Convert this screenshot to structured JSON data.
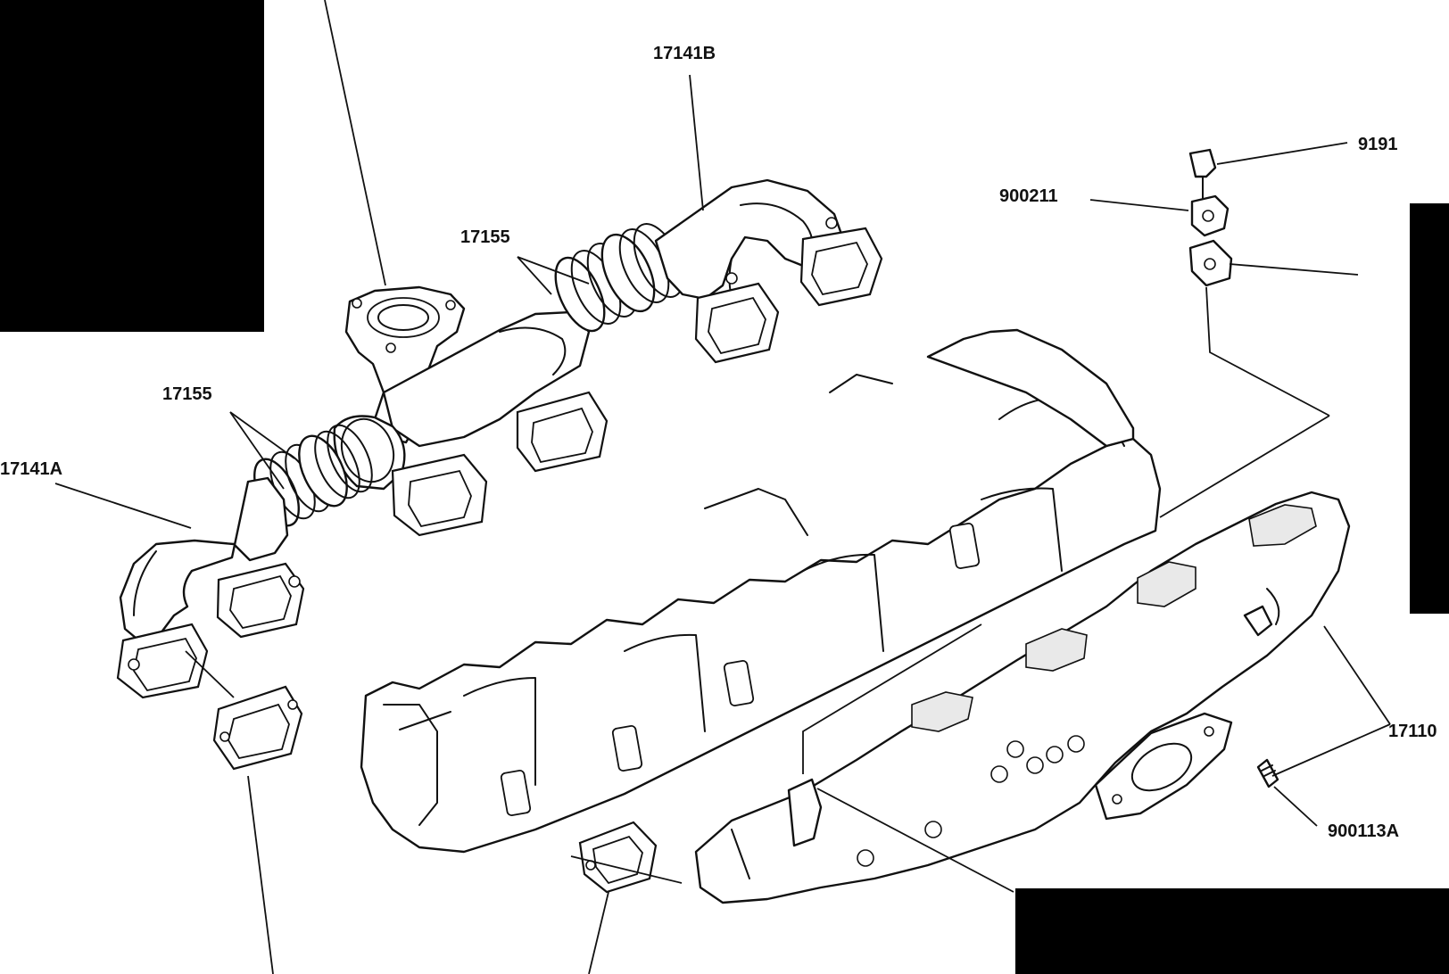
{
  "callouts": {
    "pipe_rear": "17141B",
    "clamp_rear": "17155",
    "clamp_front": "17155",
    "pipe_front": "17141A",
    "plug": "9191",
    "cover_plate": "900211",
    "manifold": "17110",
    "stud": "900113A"
  },
  "colors": {
    "line": "#111111",
    "background": "#ffffff",
    "redaction": "#000000"
  }
}
